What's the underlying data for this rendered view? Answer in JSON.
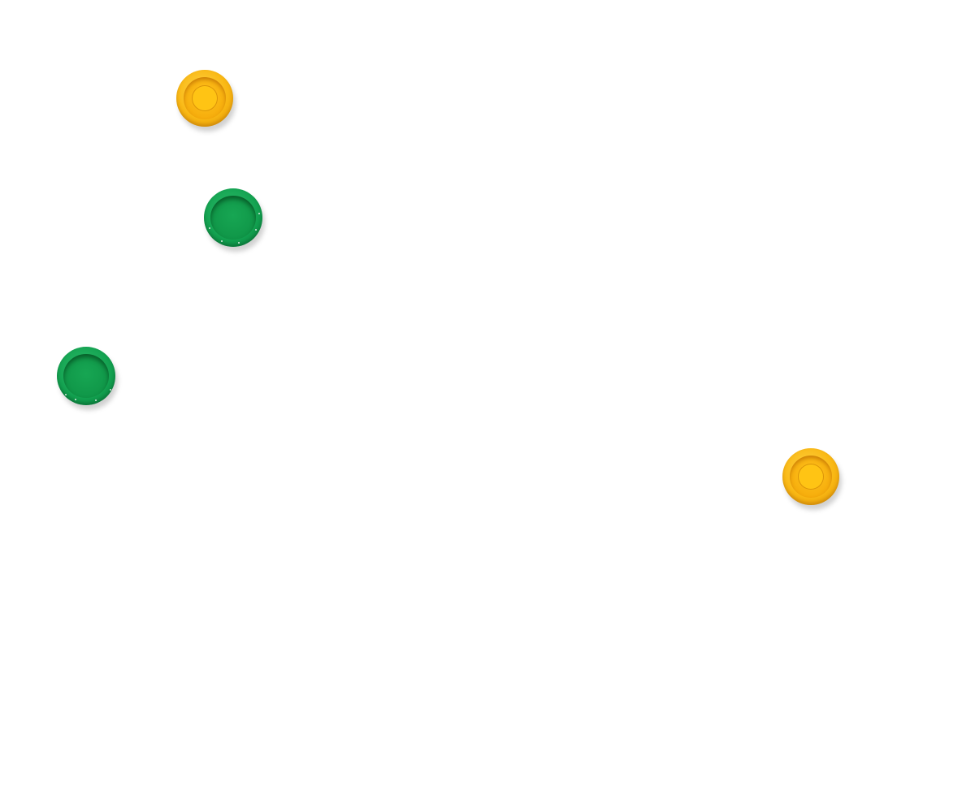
{
  "scene": {
    "background": "#ffffff",
    "objects": [
      {
        "name": "bottle-cap-yellow",
        "color": "#f9b814"
      },
      {
        "name": "bottle-cap-green",
        "color": "#12a04f"
      },
      {
        "name": "bottle-cap-green",
        "color": "#12a04f"
      },
      {
        "name": "bottle-cap-yellow",
        "color": "#f9b814"
      }
    ]
  }
}
